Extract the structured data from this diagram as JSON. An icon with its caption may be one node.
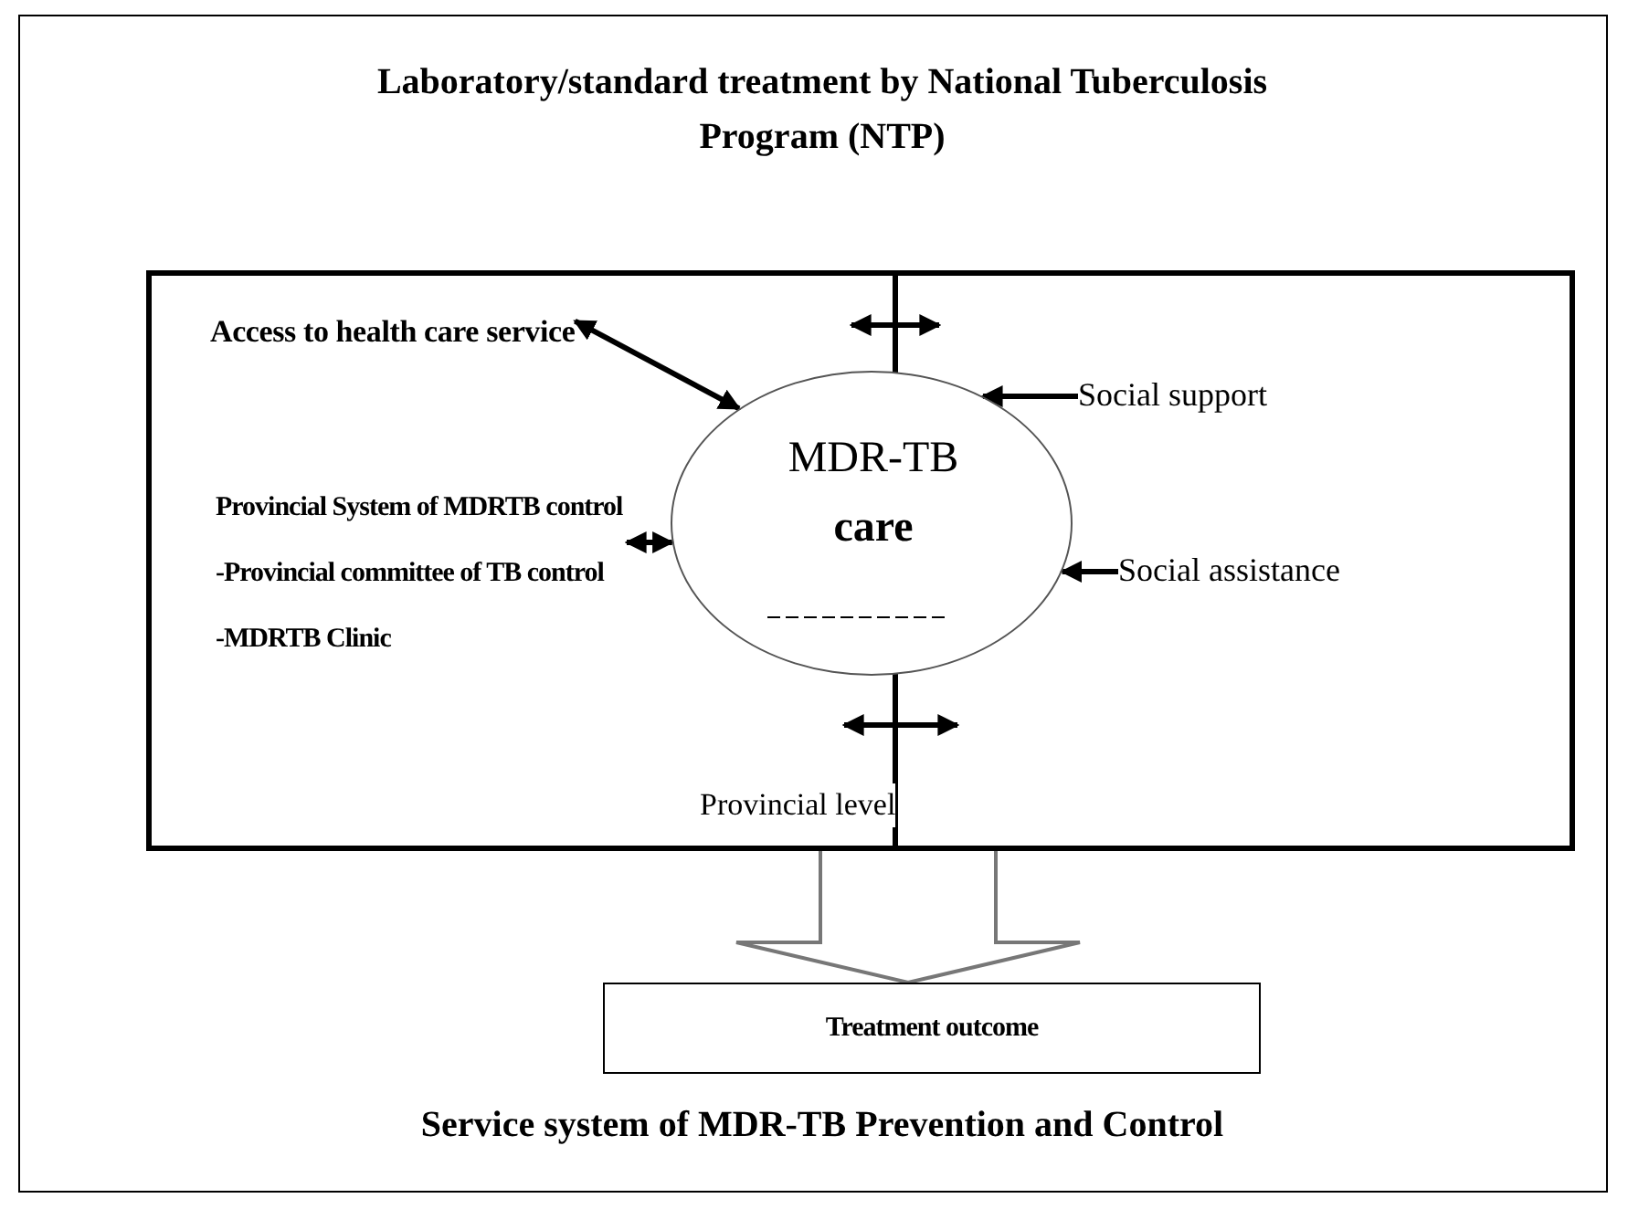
{
  "diagram": {
    "title": "Laboratory/standard treatment by National Tuberculosis Program (NTP)",
    "caption": "Service system of MDR-TB Prevention and Control",
    "nodes": [
      {
        "text": [
          "Provincial level"
        ]
      },
      {
        "text": [
          "Access to health care service"
        ],
        "in": 0
      },
      {
        "text": [
          "MDR-TB **care**"
        ],
        "in": 0
      },
      {
        "text": [
          "Social support"
        ],
        "in": 0
      },
      {
        "text": [
          "Provincial System of MDRTB control",
          "-Provincial committee of TB control",
          "-MDRTB Clinic"
        ],
        "in": 0
      },
      {
        "text": [
          "Social assistance"
        ],
        "in": 0
      },
      {
        "text": [
          "Treatment outcome"
        ]
      }
    ],
    "edges": [
      {
        "from": 1,
        "to": 2,
        "arrow": "both"
      },
      {
        "from": 3,
        "to": 2,
        "arrow": "to"
      },
      {
        "from": 4,
        "to": 2,
        "arrow": "both"
      },
      {
        "from": 5,
        "to": 2,
        "arrow": "to"
      },
      {
        "from": 0,
        "to": 6,
        "arrow": "to",
        "style": "thick"
      }
    ]
  }
}
